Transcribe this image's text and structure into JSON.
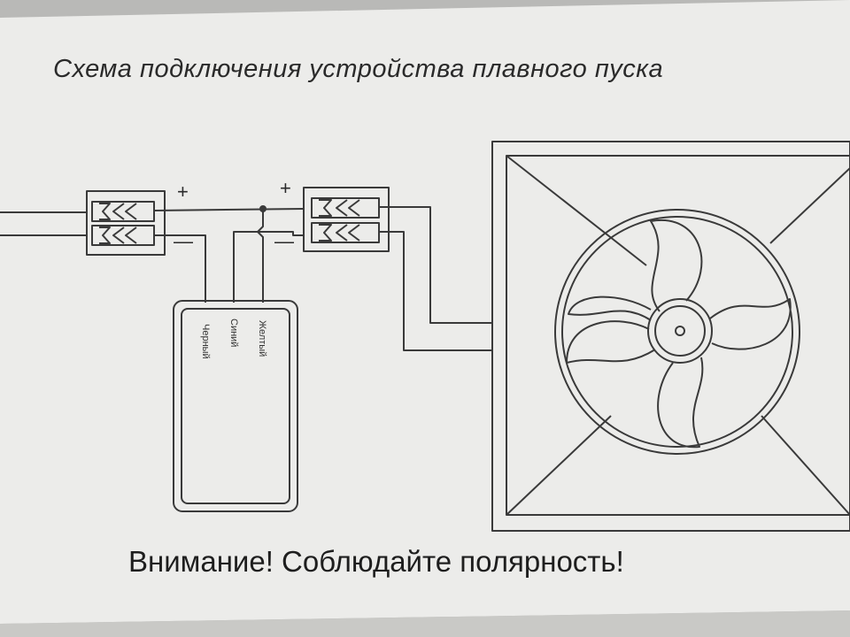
{
  "title": "Схема подключения устройства плавного пуска",
  "warning": "Внимание! Соблюдайте полярность!",
  "connectors": [
    {
      "plus": "+",
      "minus": "—"
    },
    {
      "plus": "+",
      "minus": "—"
    }
  ],
  "module": {
    "wire_labels": [
      "Черный",
      "Синий",
      "Желтый"
    ]
  },
  "colors": {
    "paper": "#ececea",
    "ink": "#3a3a3a",
    "background": "#b9b9b7"
  }
}
